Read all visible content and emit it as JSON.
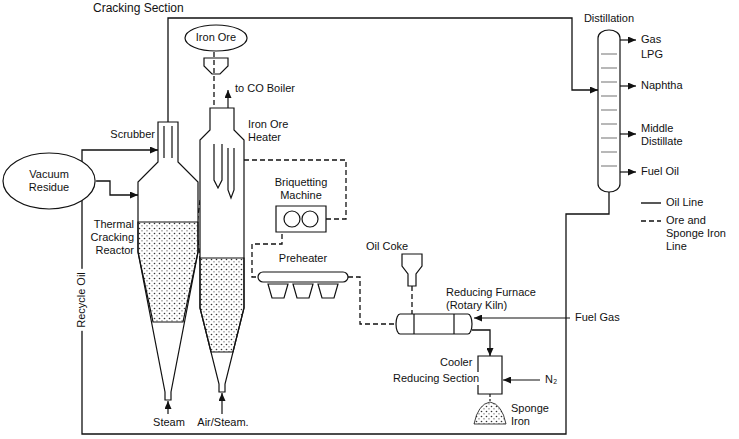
{
  "diagram": {
    "nodes": [
      {
        "text": [
          "Iron Ore"
        ]
      },
      {
        "text": [
          "Vacuum Residue"
        ]
      },
      {
        "text": [
          "Thermal Cracking Reactor"
        ]
      },
      {
        "text": [
          "Iron Ore Heater"
        ]
      },
      {
        "text": [
          "Briquetting Machine"
        ]
      },
      {
        "text": [
          "Preheater"
        ]
      },
      {
        "text": [
          "Oil Coke"
        ]
      },
      {
        "text": [
          "Reducing Furnace (Rotary Kiln)"
        ]
      },
      {
        "text": [
          "Cooler"
        ]
      },
      {
        "text": [
          "Distillation"
        ]
      }
    ],
    "edges": [
      {
        "from": 1,
        "to": 2,
        "arrow": "to"
      },
      {
        "from": 2,
        "to": 9,
        "arrow": "to"
      },
      {
        "from": 9,
        "to": 2,
        "label": "Recycle Oil",
        "arrow": "to"
      },
      {
        "from": 0,
        "to": 3,
        "arrow": "none"
      },
      {
        "from": 2,
        "to": 3,
        "arrow": "none"
      },
      {
        "from": 3,
        "to": 2,
        "arrow": "none"
      },
      {
        "from": 3,
        "to": 4,
        "arrow": "none"
      },
      {
        "from": 4,
        "to": 5,
        "arrow": "none"
      },
      {
        "from": 5,
        "to": 7,
        "arrow": "none"
      },
      {
        "from": 6,
        "to": 7,
        "arrow": "none"
      },
      {
        "from": 7,
        "to": 8,
        "arrow": "to"
      }
    ],
    "labels": [
      "Cracking Section",
      "to CO Boiler",
      "Scrubber",
      "Steam",
      "Air/Steam.",
      "Fuel Gas",
      "Reducing Section",
      "N₂",
      "Sponge Iron",
      "Gas",
      "LPG",
      "Naphtha",
      "Middle Distillate",
      "Fuel Oil"
    ],
    "legend": [
      {
        "text": "Oil Line"
      },
      {
        "text": "Ore and Sponge Iron Line"
      }
    ]
  }
}
